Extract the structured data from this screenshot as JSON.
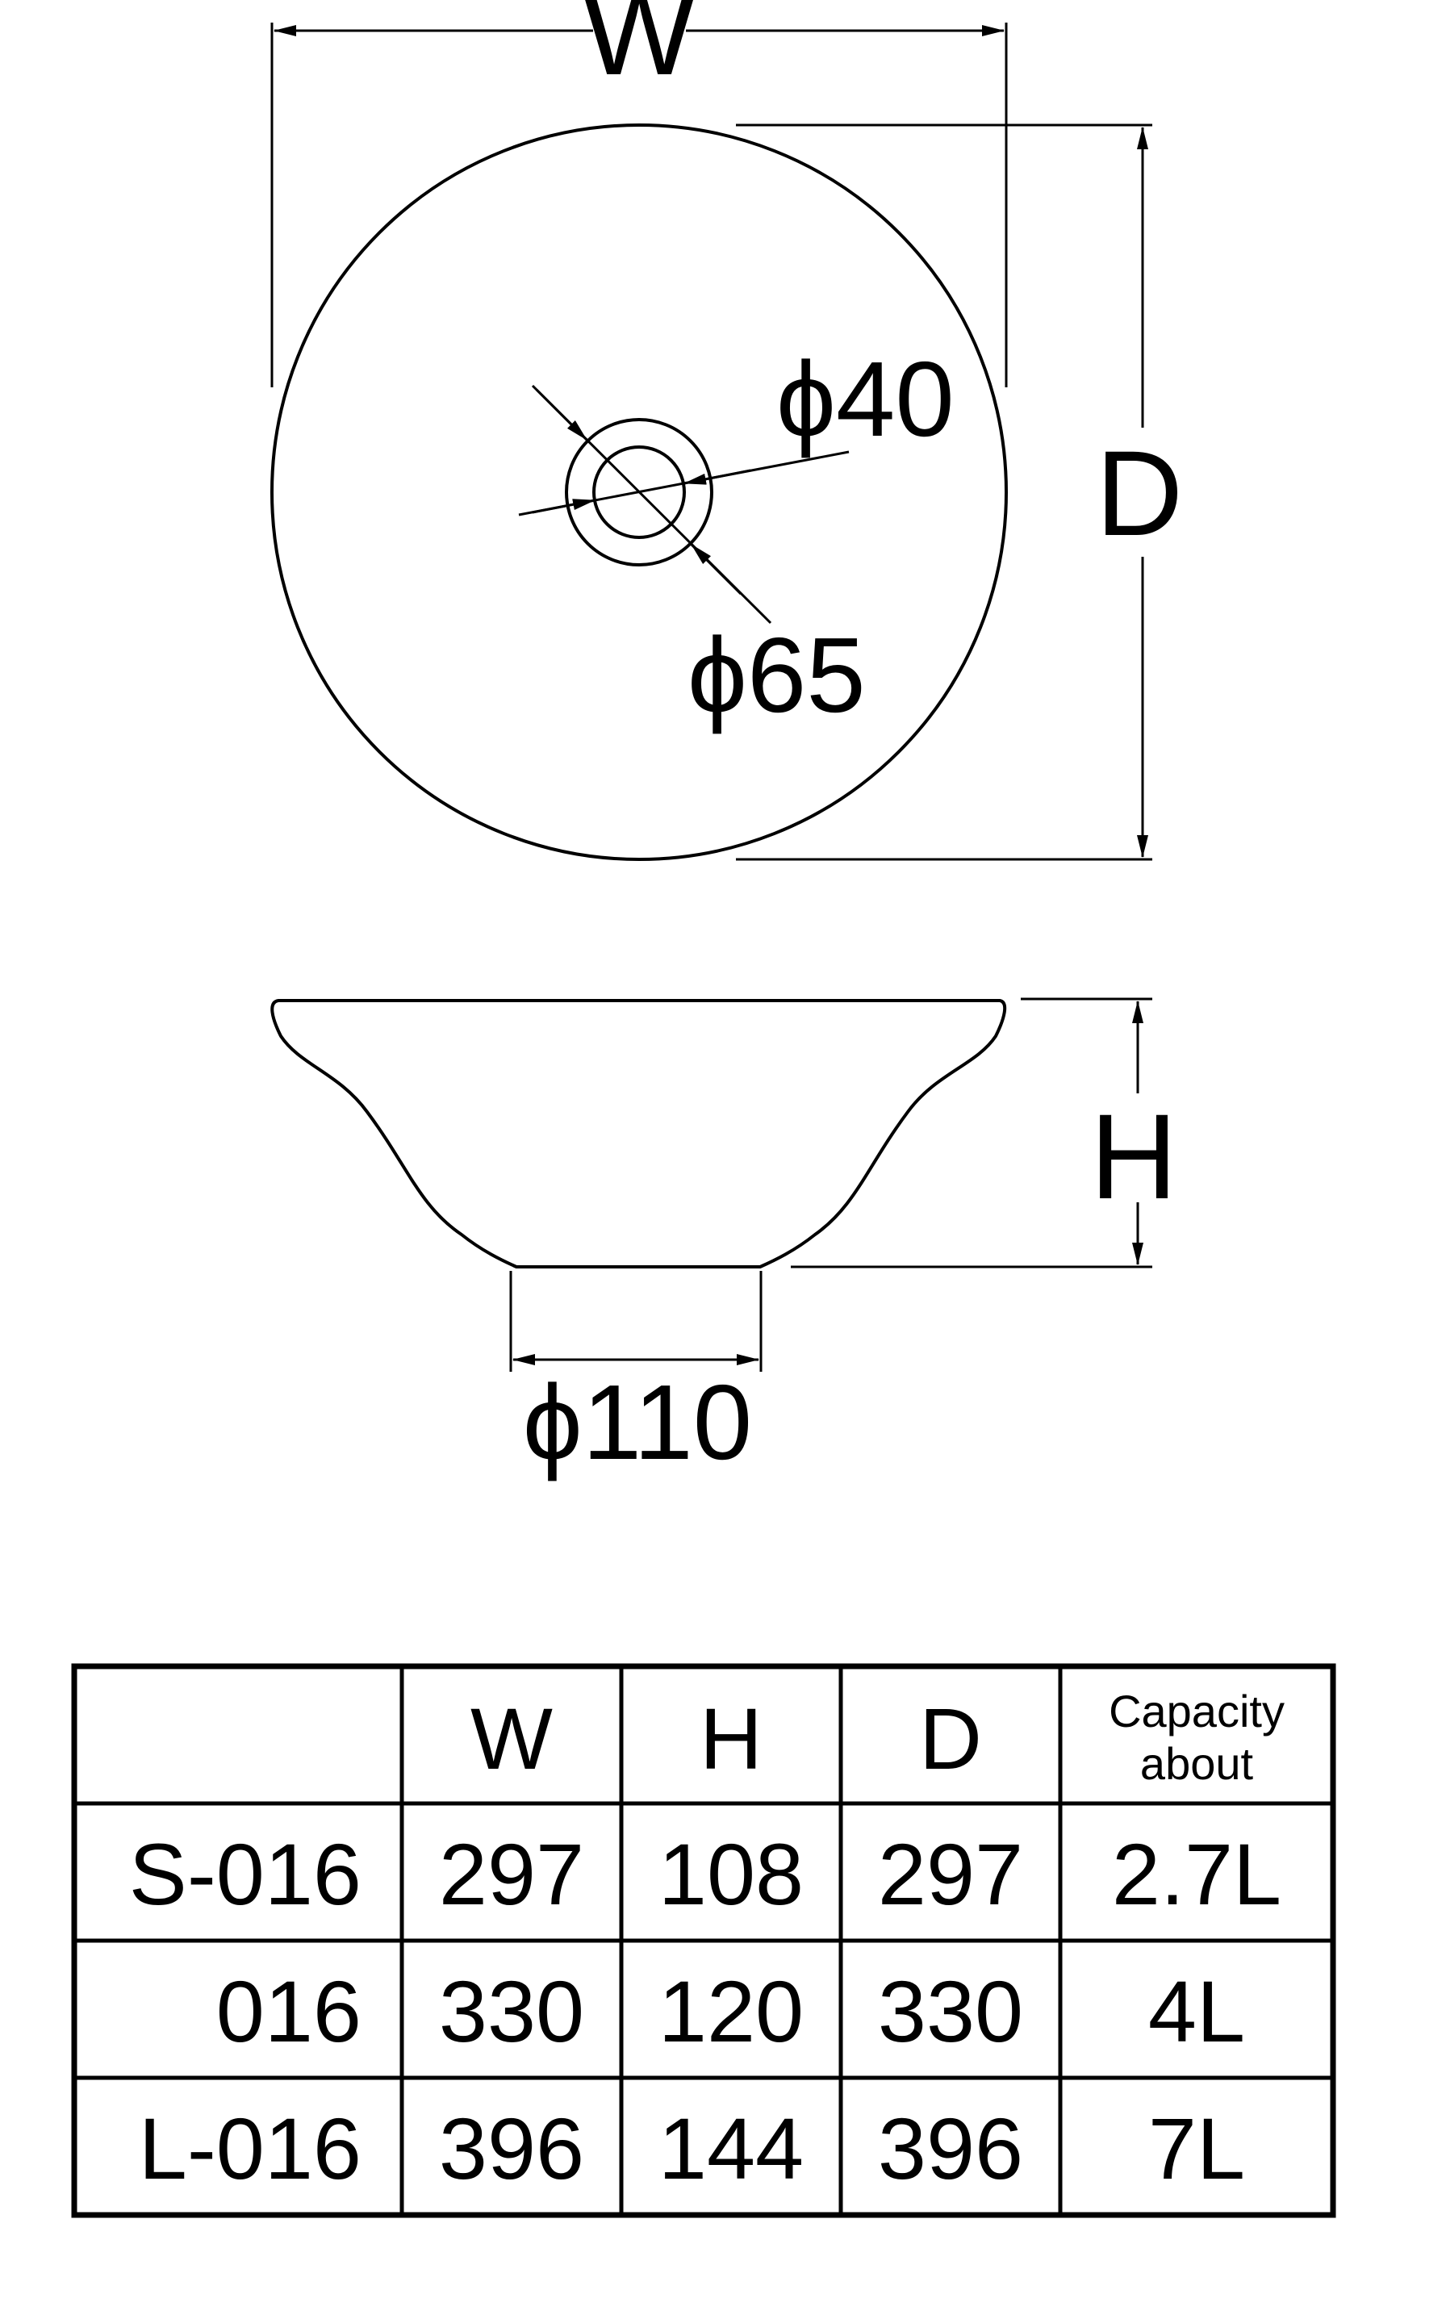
{
  "top_view": {
    "width_label": "W",
    "depth_label": "D",
    "inner_diameter_label": "ϕ40",
    "outer_diameter_label": "ϕ65"
  },
  "side_view": {
    "height_label": "H",
    "base_diameter_label": "ϕ110"
  },
  "table": {
    "headers": [
      "",
      "W",
      "H",
      "D",
      "Capacity about"
    ],
    "capacity_header_lines": [
      "Capacity",
      "about"
    ],
    "rows": [
      {
        "model": "S-016",
        "w": "297",
        "h": "108",
        "d": "297",
        "capacity": "2.7L"
      },
      {
        "model": "016",
        "w": "330",
        "h": "120",
        "d": "330",
        "capacity": "4L"
      },
      {
        "model": "L-016",
        "w": "396",
        "h": "144",
        "d": "396",
        "capacity": "7L"
      }
    ]
  }
}
